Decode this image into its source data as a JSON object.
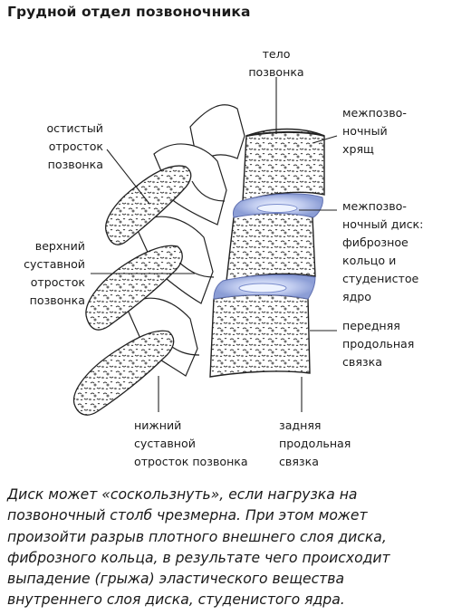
{
  "title": "Грудной отдел позвоночника",
  "labels": {
    "body": [
      "тело",
      "позвонка"
    ],
    "spinous": [
      "остистый",
      "отросток",
      "позвонка"
    ],
    "superior": [
      "верхний",
      "суставной",
      "отросток",
      "позвонка"
    ],
    "inferior": [
      "нижний",
      "суставной",
      "отросток позвонка"
    ],
    "cartilage": [
      "межпозво-",
      "ночный",
      "хрящ"
    ],
    "disc": [
      "межпозво-",
      "ночный диск:",
      "фиброзное",
      "кольцо и",
      "студенистое",
      "ядро"
    ],
    "anterior": [
      "передняя",
      "продольная",
      "связка"
    ],
    "posterior": [
      "задняя",
      "продольная",
      "связка"
    ]
  },
  "caption": [
    "Диск может «соскользнуть», если нагрузка на",
    "позвоночный столб чрезмерна. При этом может",
    "произойти разрыв плотного внешнего слоя диска,",
    "фиброзного кольца, в результате чего происходит",
    "выпадение (грыжа) эластического вещества",
    "внутреннего слоя диска, студенистого ядра."
  ],
  "colors": {
    "disc_fill": "#a9b7e0",
    "disc_core": "#e4ecfb",
    "line": "#222222"
  }
}
